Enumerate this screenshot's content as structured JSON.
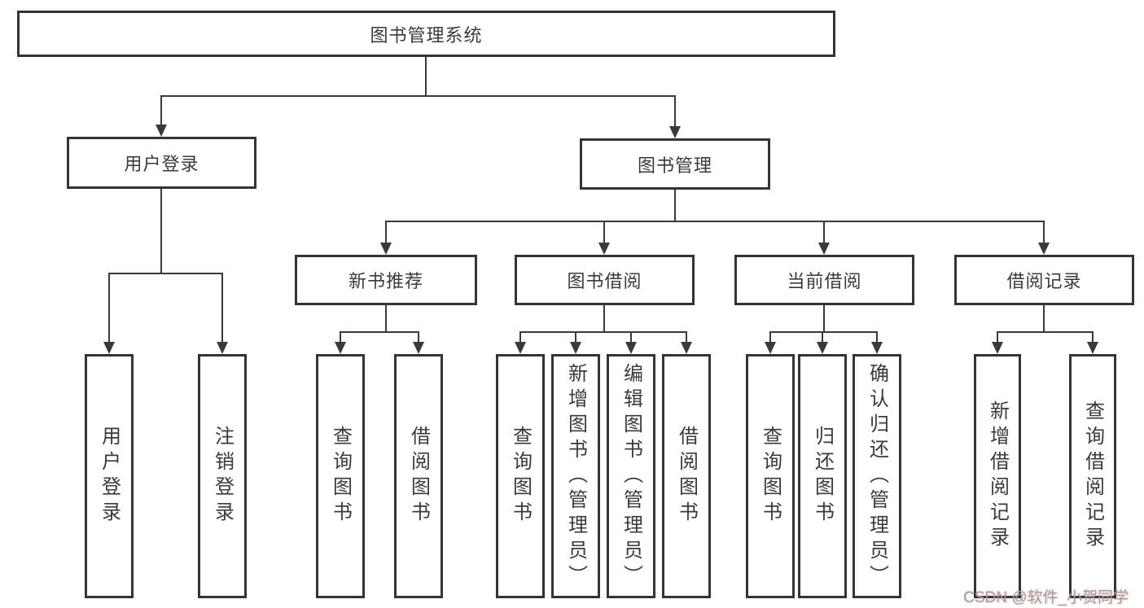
{
  "tree": {
    "label": "图书管理系统",
    "children": [
      {
        "label": "用户登录",
        "children": [
          {
            "label": "用户登录"
          },
          {
            "label": "注销登录"
          }
        ]
      },
      {
        "label": "图书管理",
        "children": [
          {
            "label": "新书推荐",
            "children": [
              {
                "label": "查询图书"
              },
              {
                "label": "借阅图书"
              }
            ]
          },
          {
            "label": "图书借阅",
            "children": [
              {
                "label": "查询图书"
              },
              {
                "label": "新增图书（管理员）"
              },
              {
                "label": "编辑图书（管理员）"
              },
              {
                "label": "借阅图书"
              }
            ]
          },
          {
            "label": "当前借阅",
            "children": [
              {
                "label": "查询图书"
              },
              {
                "label": "归还图书"
              },
              {
                "label": "确认归还（管理员）"
              }
            ]
          },
          {
            "label": "借阅记录",
            "children": [
              {
                "label": "新增借阅记录"
              },
              {
                "label": "查询借阅记录"
              }
            ]
          }
        ]
      }
    ]
  },
  "watermark": {
    "text": "CSDN @软件_小贺同学"
  },
  "colors": {
    "box_border": "#343434",
    "line": "#3a3a3a",
    "text": "#3a3a3a",
    "watermark": "#a0a0a0",
    "background": "#ffffff"
  }
}
